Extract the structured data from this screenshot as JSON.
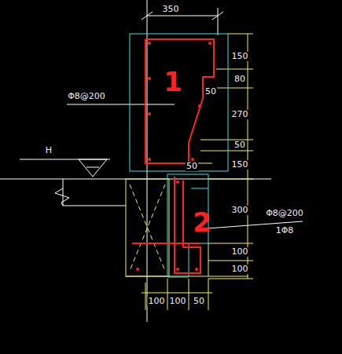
{
  "diagram": {
    "labels": [
      "350",
      "150",
      "80",
      "270",
      "50",
      "150",
      "50",
      "Φ8@200",
      "H",
      "50",
      "300",
      "100",
      "100",
      "Φ8@200",
      "1Φ8",
      "100",
      "100",
      "50",
      "1",
      "2"
    ]
  }
}
